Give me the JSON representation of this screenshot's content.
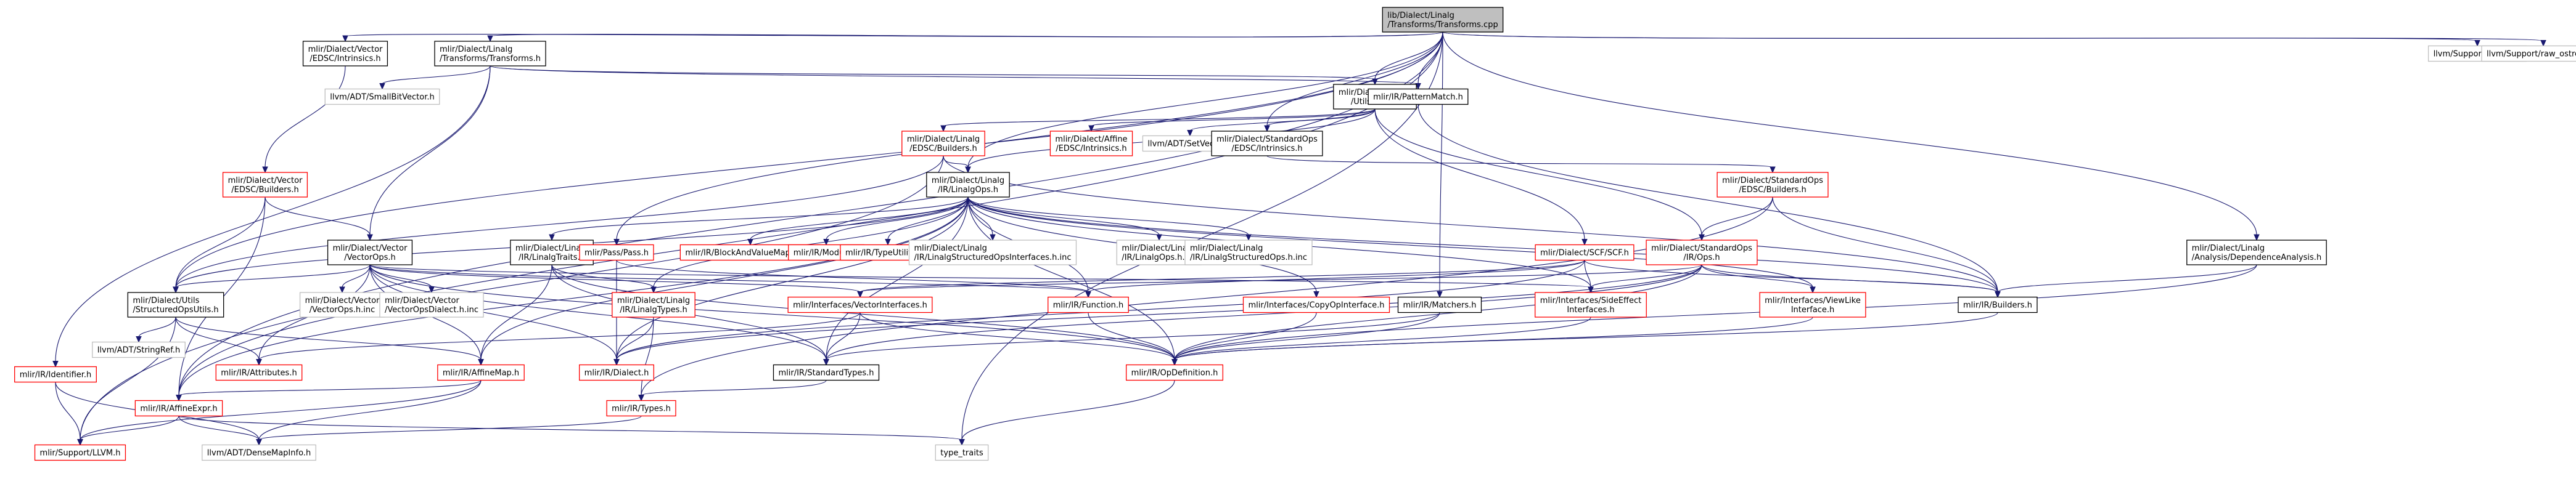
{
  "colors": {
    "root_fill": "#bfbfbf",
    "node_fill": "#ffffff",
    "edge": "#191970",
    "text": "#000000",
    "border_documented": "#000000",
    "border_undocumented": "#ff0000",
    "border_external": "#bfbfbf"
  },
  "nodes": [
    {
      "id": "root",
      "lines": [
        "lib/Dialect/Linalg",
        "/Transforms/Transforms.cpp"
      ],
      "kind": "root"
    },
    {
      "id": "vec_edsc_intr",
      "lines": [
        "mlir/Dialect/Vector",
        "/EDSC/Intrinsics.h"
      ],
      "kind": "doc"
    },
    {
      "id": "lin_transforms",
      "lines": [
        "mlir/Dialect/Linalg",
        "/Transforms/Transforms.h"
      ],
      "kind": "doc"
    },
    {
      "id": "debug",
      "lines": [
        "llvm/Support/Debug.h"
      ],
      "kind": "ext"
    },
    {
      "id": "raw_ostream",
      "lines": [
        "llvm/Support/raw_ostream.h"
      ],
      "kind": "ext"
    },
    {
      "id": "small_bit_vector",
      "lines": [
        "llvm/ADT/SmallBitVector.h"
      ],
      "kind": "ext"
    },
    {
      "id": "lin_utils",
      "lines": [
        "mlir/Dialect/Linalg",
        "/Utils/Utils.h"
      ],
      "kind": "doc"
    },
    {
      "id": "pattern_match",
      "lines": [
        "mlir/IR/PatternMatch.h"
      ],
      "kind": "doc"
    },
    {
      "id": "lin_edsc_builders",
      "lines": [
        "mlir/Dialect/Linalg",
        "/EDSC/Builders.h"
      ],
      "kind": "undoc"
    },
    {
      "id": "affine_edsc_intr",
      "lines": [
        "mlir/Dialect/Affine",
        "/EDSC/Intrinsics.h"
      ],
      "kind": "undoc"
    },
    {
      "id": "set_vector",
      "lines": [
        "llvm/ADT/SetVector.h"
      ],
      "kind": "ext"
    },
    {
      "id": "std_edsc_intr",
      "lines": [
        "mlir/Dialect/StandardOps",
        "/EDSC/Intrinsics.h"
      ],
      "kind": "doc"
    },
    {
      "id": "vec_edsc_builders",
      "lines": [
        "mlir/Dialect/Vector",
        "/EDSC/Builders.h"
      ],
      "kind": "undoc"
    },
    {
      "id": "lin_ops",
      "lines": [
        "mlir/Dialect/Linalg",
        "/IR/LinalgOps.h"
      ],
      "kind": "doc"
    },
    {
      "id": "std_edsc_builders",
      "lines": [
        "mlir/Dialect/StandardOps",
        "/EDSC/Builders.h"
      ],
      "kind": "undoc"
    },
    {
      "id": "lin_dep_analysis",
      "lines": [
        "mlir/Dialect/Linalg",
        "/Analysis/DependenceAnalysis.h"
      ],
      "kind": "doc"
    },
    {
      "id": "vec_ops",
      "lines": [
        "mlir/Dialect/Vector",
        "/VectorOps.h"
      ],
      "kind": "doc"
    },
    {
      "id": "lin_traits",
      "lines": [
        "mlir/Dialect/Linalg",
        "/IR/LinalgTraits.h"
      ],
      "kind": "doc"
    },
    {
      "id": "pass",
      "lines": [
        "mlir/Pass/Pass.h"
      ],
      "kind": "undoc"
    },
    {
      "id": "block_value_mapping",
      "lines": [
        "mlir/IR/BlockAndValueMapping.h"
      ],
      "kind": "undoc"
    },
    {
      "id": "module",
      "lines": [
        "mlir/IR/Module.h"
      ],
      "kind": "undoc"
    },
    {
      "id": "type_utilities",
      "lines": [
        "mlir/IR/TypeUtilities.h"
      ],
      "kind": "undoc"
    },
    {
      "id": "lin_struct_iface_inc",
      "lines": [
        "mlir/Dialect/Linalg",
        "/IR/LinalgStructuredOpsInterfaces.h.inc"
      ],
      "kind": "ext"
    },
    {
      "id": "lin_ops_inc",
      "lines": [
        "mlir/Dialect/Linalg",
        "/IR/LinalgOps.h.inc"
      ],
      "kind": "ext"
    },
    {
      "id": "lin_struct_ops_inc",
      "lines": [
        "mlir/Dialect/Linalg",
        "/IR/LinalgStructuredOps.h.inc"
      ],
      "kind": "ext"
    },
    {
      "id": "scf",
      "lines": [
        "mlir/Dialect/SCF/SCF.h"
      ],
      "kind": "undoc"
    },
    {
      "id": "std_ops",
      "lines": [
        "mlir/Dialect/StandardOps",
        "/IR/Ops.h"
      ],
      "kind": "undoc"
    },
    {
      "id": "struct_ops_utils",
      "lines": [
        "mlir/Dialect/Utils",
        "/StructuredOpsUtils.h"
      ],
      "kind": "doc"
    },
    {
      "id": "vec_vectorops_inc",
      "lines": [
        "mlir/Dialect/Vector",
        "/VectorOps.h.inc"
      ],
      "kind": "ext"
    },
    {
      "id": "vec_dialect_inc",
      "lines": [
        "mlir/Dialect/Vector",
        "/VectorOpsDialect.h.inc"
      ],
      "kind": "ext"
    },
    {
      "id": "lin_types",
      "lines": [
        "mlir/Dialect/Linalg",
        "/IR/LinalgTypes.h"
      ],
      "kind": "undoc"
    },
    {
      "id": "vector_interfaces",
      "lines": [
        "mlir/Interfaces/VectorInterfaces.h"
      ],
      "kind": "undoc"
    },
    {
      "id": "function",
      "lines": [
        "mlir/IR/Function.h"
      ],
      "kind": "undoc"
    },
    {
      "id": "copy_op_iface",
      "lines": [
        "mlir/Interfaces/CopyOpInterface.h"
      ],
      "kind": "undoc"
    },
    {
      "id": "matchers",
      "lines": [
        "mlir/IR/Matchers.h"
      ],
      "kind": "doc"
    },
    {
      "id": "side_effect",
      "lines": [
        "mlir/Interfaces/SideEffect",
        "Interfaces.h"
      ],
      "kind": "undoc"
    },
    {
      "id": "view_like",
      "lines": [
        "mlir/Interfaces/ViewLike",
        "Interface.h"
      ],
      "kind": "undoc"
    },
    {
      "id": "builders",
      "lines": [
        "mlir/IR/Builders.h"
      ],
      "kind": "doc"
    },
    {
      "id": "identifier",
      "lines": [
        "mlir/IR/Identifier.h"
      ],
      "kind": "undoc"
    },
    {
      "id": "string_ref",
      "lines": [
        "llvm/ADT/StringRef.h"
      ],
      "kind": "ext"
    },
    {
      "id": "attributes",
      "lines": [
        "mlir/IR/Attributes.h"
      ],
      "kind": "undoc"
    },
    {
      "id": "affine_map",
      "lines": [
        "mlir/IR/AffineMap.h"
      ],
      "kind": "undoc"
    },
    {
      "id": "standard_types",
      "lines": [
        "mlir/IR/StandardTypes.h"
      ],
      "kind": "doc"
    },
    {
      "id": "dialect",
      "lines": [
        "mlir/IR/Dialect.h"
      ],
      "kind": "undoc"
    },
    {
      "id": "op_definition",
      "lines": [
        "mlir/IR/OpDefinition.h"
      ],
      "kind": "undoc"
    },
    {
      "id": "affine_expr",
      "lines": [
        "mlir/IR/AffineExpr.h"
      ],
      "kind": "undoc"
    },
    {
      "id": "types",
      "lines": [
        "mlir/IR/Types.h"
      ],
      "kind": "undoc"
    },
    {
      "id": "support_llvm",
      "lines": [
        "mlir/Support/LLVM.h"
      ],
      "kind": "undoc"
    },
    {
      "id": "dense_map_info",
      "lines": [
        "llvm/ADT/DenseMapInfo.h"
      ],
      "kind": "ext"
    },
    {
      "id": "type_traits",
      "lines": [
        "type_traits"
      ],
      "kind": "ext"
    }
  ],
  "edges": [
    [
      "root",
      "vec_edsc_intr"
    ],
    [
      "root",
      "lin_transforms"
    ],
    [
      "root",
      "debug"
    ],
    [
      "root",
      "raw_ostream"
    ],
    [
      "root",
      "lin_utils"
    ],
    [
      "root",
      "pattern_match"
    ],
    [
      "root",
      "std_edsc_intr"
    ],
    [
      "root",
      "lin_ops"
    ],
    [
      "root",
      "lin_dep_analysis"
    ],
    [
      "root",
      "pass"
    ],
    [
      "root",
      "struct_ops_utils"
    ],
    [
      "root",
      "matchers"
    ],
    [
      "root",
      "support_llvm"
    ],
    [
      "root",
      "type_traits"
    ],
    [
      "root",
      "affine_expr"
    ],
    [
      "vec_edsc_intr",
      "vec_edsc_builders"
    ],
    [
      "lin_transforms",
      "small_bit_vector"
    ],
    [
      "lin_transforms",
      "lin_utils"
    ],
    [
      "lin_transforms",
      "pattern_match"
    ],
    [
      "lin_transforms",
      "identifier"
    ],
    [
      "lin_transforms",
      "vec_ops"
    ],
    [
      "lin_utils",
      "lin_edsc_builders"
    ],
    [
      "lin_utils",
      "affine_edsc_intr"
    ],
    [
      "lin_utils",
      "set_vector"
    ],
    [
      "lin_utils",
      "std_edsc_intr"
    ],
    [
      "lin_utils",
      "lin_ops"
    ],
    [
      "lin_utils",
      "scf"
    ],
    [
      "lin_utils",
      "std_ops"
    ],
    [
      "pattern_match",
      "builders"
    ],
    [
      "lin_edsc_builders",
      "lin_ops"
    ],
    [
      "lin_edsc_builders",
      "struct_ops_utils"
    ],
    [
      "lin_edsc_builders",
      "builders"
    ],
    [
      "lin_edsc_builders",
      "affine_expr"
    ],
    [
      "std_edsc_intr",
      "std_edsc_builders"
    ],
    [
      "std_edsc_builders",
      "std_ops"
    ],
    [
      "std_edsc_builders",
      "builders"
    ],
    [
      "std_edsc_builders",
      "types"
    ],
    [
      "vec_edsc_builders",
      "vec_ops"
    ],
    [
      "vec_edsc_builders",
      "struct_ops_utils"
    ],
    [
      "vec_edsc_builders",
      "affine_expr"
    ],
    [
      "lin_ops",
      "lin_traits"
    ],
    [
      "lin_ops",
      "block_value_mapping"
    ],
    [
      "lin_ops",
      "module"
    ],
    [
      "lin_ops",
      "type_utilities"
    ],
    [
      "lin_ops",
      "lin_struct_iface_inc"
    ],
    [
      "lin_ops",
      "lin_ops_inc"
    ],
    [
      "lin_ops",
      "lin_struct_ops_inc"
    ],
    [
      "lin_ops",
      "struct_ops_utils"
    ],
    [
      "lin_ops",
      "lin_types"
    ],
    [
      "lin_ops",
      "affine_expr"
    ],
    [
      "lin_ops",
      "affine_map"
    ],
    [
      "lin_ops",
      "builders"
    ],
    [
      "lin_ops",
      "function"
    ],
    [
      "lin_ops",
      "copy_op_iface"
    ],
    [
      "lin_ops",
      "side_effect"
    ],
    [
      "lin_ops",
      "view_like"
    ],
    [
      "lin_ops",
      "op_definition"
    ],
    [
      "lin_ops",
      "standard_types"
    ],
    [
      "lin_ops",
      "dialect"
    ],
    [
      "lin_dep_analysis",
      "builders"
    ],
    [
      "lin_dep_analysis",
      "op_definition"
    ],
    [
      "vec_ops",
      "vec_vectorops_inc"
    ],
    [
      "vec_ops",
      "vec_dialect_inc"
    ],
    [
      "vec_ops",
      "struct_ops_utils"
    ],
    [
      "vec_ops",
      "attributes"
    ],
    [
      "vec_ops",
      "affine_map"
    ],
    [
      "vec_ops",
      "vector_interfaces"
    ],
    [
      "vec_ops",
      "side_effect"
    ],
    [
      "vec_ops",
      "op_definition"
    ],
    [
      "vec_ops",
      "standard_types"
    ],
    [
      "vec_ops",
      "dialect"
    ],
    [
      "vec_ops",
      "function"
    ],
    [
      "lin_traits",
      "lin_types"
    ],
    [
      "lin_traits",
      "affine_map"
    ],
    [
      "lin_traits",
      "op_definition"
    ],
    [
      "lin_traits",
      "standard_types"
    ],
    [
      "pass",
      "function"
    ],
    [
      "pass",
      "dialect"
    ],
    [
      "scf",
      "function"
    ],
    [
      "scf",
      "builders"
    ],
    [
      "scf",
      "side_effect"
    ],
    [
      "scf",
      "vector_interfaces"
    ],
    [
      "scf",
      "dialect"
    ],
    [
      "std_ops",
      "builders"
    ],
    [
      "std_ops",
      "side_effect"
    ],
    [
      "std_ops",
      "view_like"
    ],
    [
      "std_ops",
      "vector_interfaces"
    ],
    [
      "std_ops",
      "dialect"
    ],
    [
      "std_ops",
      "standard_types"
    ],
    [
      "std_ops",
      "op_definition"
    ],
    [
      "struct_ops_utils",
      "affine_map"
    ],
    [
      "struct_ops_utils",
      "string_ref"
    ],
    [
      "struct_ops_utils",
      "support_llvm"
    ],
    [
      "struct_ops_utils",
      "attributes"
    ],
    [
      "lin_types",
      "dialect"
    ],
    [
      "lin_types",
      "types"
    ],
    [
      "vector_interfaces",
      "standard_types"
    ],
    [
      "vector_interfaces",
      "attributes"
    ],
    [
      "vector_interfaces",
      "op_definition"
    ],
    [
      "function",
      "op_definition"
    ],
    [
      "copy_op_iface",
      "op_definition"
    ],
    [
      "matchers",
      "standard_types"
    ],
    [
      "matchers",
      "op_definition"
    ],
    [
      "side_effect",
      "op_definition"
    ],
    [
      "view_like",
      "op_definition"
    ],
    [
      "builders",
      "op_definition"
    ],
    [
      "identifier",
      "support_llvm"
    ],
    [
      "identifier",
      "dense_map_info"
    ],
    [
      "affine_map",
      "affine_expr"
    ],
    [
      "affine_map",
      "support_llvm"
    ],
    [
      "affine_map",
      "dense_map_info"
    ],
    [
      "standard_types",
      "types"
    ],
    [
      "op_definition",
      "type_traits"
    ],
    [
      "affine_expr",
      "support_llvm"
    ],
    [
      "affine_expr",
      "dense_map_info"
    ],
    [
      "affine_expr",
      "type_traits"
    ],
    [
      "types",
      "dense_map_info"
    ]
  ]
}
